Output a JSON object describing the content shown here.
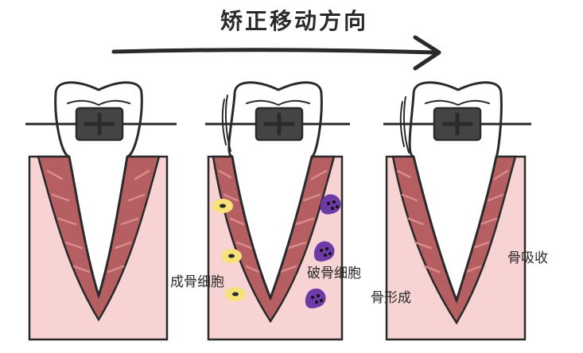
{
  "title": "矫正移动方向",
  "labels": {
    "osteoblast": "成骨细胞",
    "osteoclast": "破骨细胞",
    "bone_formation": "骨形成",
    "bone_resorption": "骨吸收"
  },
  "colors": {
    "outline": "#2a2a2a",
    "gum": "#f7d3d3",
    "ligament": "#b65f62",
    "ligament_light": "#d98c8e",
    "tooth": "#ffffff",
    "bracket": "#444444",
    "osteoblast_body": "#f7e27a",
    "osteoblast_nucleus": "#2a2a2a",
    "osteoclast_body": "#6c3ba8",
    "osteoclast_nucleus": "#111111"
  },
  "icons": {
    "direction": "arrow-right-icon",
    "tooth": "tooth-icon",
    "bracket": "bracket-icon",
    "osteoblast": "osteoblast-cell-icon",
    "osteoclast": "osteoclast-cell-icon"
  }
}
